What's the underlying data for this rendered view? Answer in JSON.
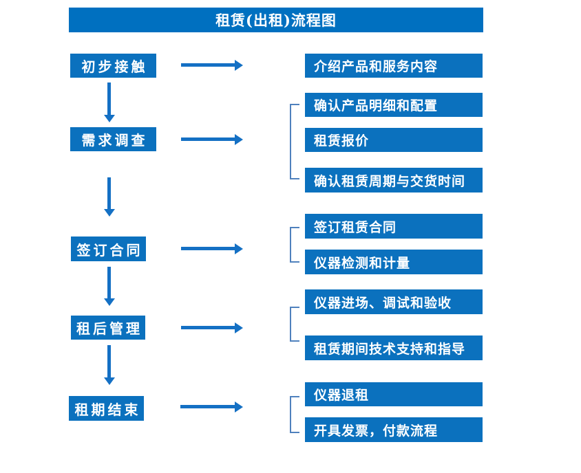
{
  "title": "租赁(出租)流程图",
  "colors": {
    "header_blue": "#0070c0",
    "box_blue": "#0b71be",
    "arrow_blue": "#1470c4",
    "bracket_blue": "#4f81bd",
    "text_white": "#ffffff"
  },
  "steps": [
    {
      "label": "初步接触",
      "details": [
        "介绍产品和服务内容"
      ]
    },
    {
      "label": "需求调查",
      "details": [
        "确认产品明细和配置",
        "租赁报价",
        "确认租赁周期与交货时间"
      ]
    },
    {
      "label": "签订合同",
      "details": [
        "签订租赁合同",
        "仪器检测和计量"
      ]
    },
    {
      "label": "租后管理",
      "details": [
        "仪器进场、调试和验收",
        "租赁期间技术支持和指导"
      ]
    },
    {
      "label": "租期结束",
      "details": [
        "仪器退租",
        "开具发票，付款流程"
      ]
    }
  ]
}
